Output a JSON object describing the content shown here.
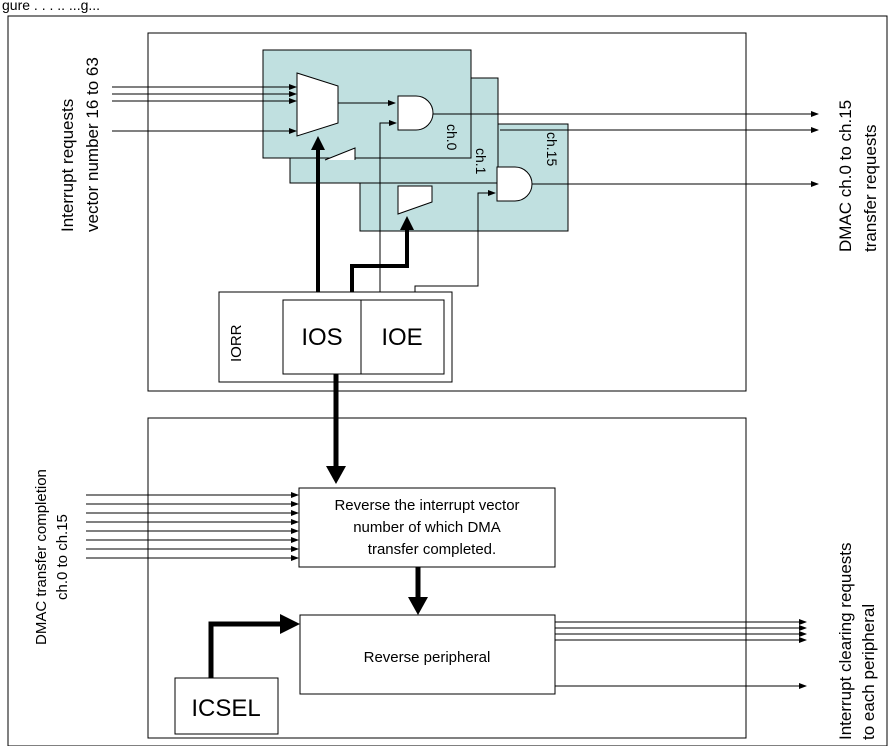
{
  "header": {
    "partial_caption": "gure . . . .. ...g..."
  },
  "top_block": {
    "input_label_line1": "Interrupt requests",
    "input_label_line2": "vector number 16 to 63",
    "output_label_line1": "DMAC ch.0 to ch.15",
    "output_label_line2": "transfer requests",
    "channels": [
      "ch.0",
      "ch.1",
      "ch.15"
    ],
    "register_name": "IORR",
    "fields": [
      "IOS",
      "IOE"
    ]
  },
  "bottom_block": {
    "input_label_line1": "DMAC transfer completion",
    "input_label_line2": "ch.0 to ch.15",
    "reverse_vector_line1": "Reverse the interrupt vector",
    "reverse_vector_line2": "number of which DMA",
    "reverse_vector_line3": "transfer completed.",
    "reverse_peripheral": "Reverse peripheral",
    "icsel": "ICSEL",
    "output_label_line1": "Interrupt clearing requests",
    "output_label_line2": "to each peripheral"
  },
  "colors": {
    "channel_fill": "#c0e0e0",
    "line": "#000000",
    "background": "#ffffff"
  }
}
